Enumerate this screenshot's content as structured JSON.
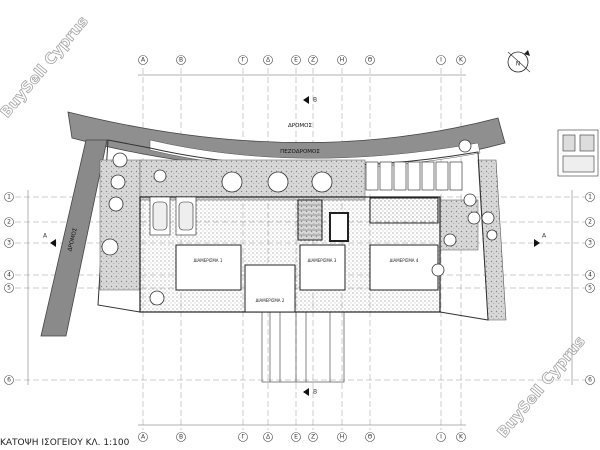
{
  "grid": {
    "columns": [
      "A",
      "B",
      "Γ",
      "Δ",
      "E",
      "Z",
      "H",
      "Θ",
      "I",
      "K"
    ],
    "rows": [
      "1",
      "2",
      "3",
      "4",
      "5",
      "6"
    ]
  },
  "labels": {
    "road": "ΔΡΟΜΟΣ",
    "sidewalk": "ΠΕΖΟΔΡΟΜΟΣ",
    "street_side": "ΔΡΟΜΟΣ",
    "section_b": "B",
    "section_a": "A",
    "apt1": "ΔΙΑΜΕΡΙΣΜΑ 1",
    "apt2": "ΔΙΑΜΕΡΙΣΜΑ 2",
    "apt3": "ΔΙΑΜΕΡΙΣΜΑ 3",
    "apt4": "ΔΙΑΜΕΡΙΣΜΑ 4",
    "north": "N"
  },
  "watermark": "BuySell Cyprus",
  "title": "ΚΑΤΟΨΗ ΙΣΟΓΕΙΟΥ ΚΛ. 1:100"
}
